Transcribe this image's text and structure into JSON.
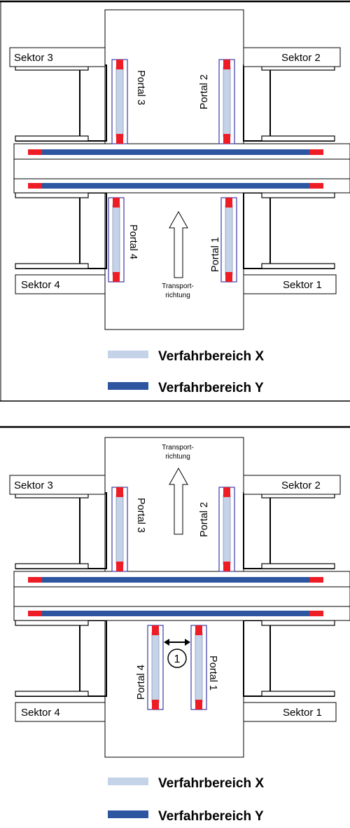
{
  "colors": {
    "rail_x": "#c5d3e8",
    "rail_y": "#2d55a0",
    "end_marker": "#ee1c25",
    "portal_outline": "#3a3aa8",
    "line": "#000000",
    "background": "#ffffff"
  },
  "diagrams": [
    {
      "sectors": {
        "s1": "Sektor 1",
        "s2": "Sektor 2",
        "s3": "Sektor 3",
        "s4": "Sektor 4"
      },
      "portals": {
        "p1": "Portal 1",
        "p2": "Portal 2",
        "p3": "Portal 3",
        "p4": "Portal 4"
      },
      "transport": {
        "line1": "Transport-",
        "line2": "richtung"
      },
      "legend": {
        "x": "Verfahrbereich X",
        "y": "Verfahrbereich Y"
      }
    },
    {
      "sectors": {
        "s1": "Sektor 1",
        "s2": "Sektor 2",
        "s3": "Sektor 3",
        "s4": "Sektor 4"
      },
      "portals": {
        "p1": "Portal 1",
        "p2": "Portal 2",
        "p3": "Portal 3",
        "p4": "Portal 4"
      },
      "transport": {
        "line1": "Transport-",
        "line2": "richtung"
      },
      "marker": "1",
      "legend": {
        "x": "Verfahrbereich X",
        "y": "Verfahrbereich Y"
      }
    }
  ]
}
